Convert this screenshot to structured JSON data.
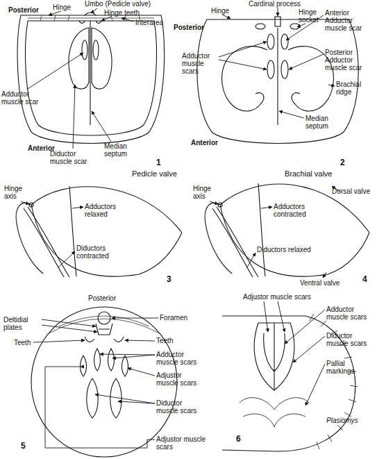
{
  "diagram": {
    "labels": [
      "Posterior",
      "Hinge",
      "Umbo (Pedicle valve)",
      "Hinge teeth",
      "Interarea",
      "Adductor muscle scar",
      "Anterior",
      "Diductor muscle scar",
      "Median septum",
      "1",
      "Pedicle valve",
      "Cardinal process",
      "Hinge",
      "Posterior",
      "Hinge socket",
      "Anterior Adductor muscle scar",
      "Adductor muscle scars",
      "Posterior Adductor muscle scar",
      "Brachial ridge",
      "Median septum",
      "Anterior",
      "2",
      "Brachial valve",
      "Hinge axis",
      "Adductors relaxed",
      "Diductors contracted",
      "3",
      "Hinge axis",
      "Dorsal valve",
      "Adductors contracted",
      "Diductors relaxed",
      "Ventral valve",
      "4",
      "Posterior",
      "Deltidial plates",
      "Foramen",
      "Teeth",
      "Teeth",
      "Adductor muscle scars",
      "Adjustor muscle scars",
      "Diductor muscle scars",
      "Adjustor muscle scars",
      "5",
      "Adjustor muscle scars",
      "Adductor muscle scars",
      "Diductor muscle scars",
      "Pallial markings",
      "Plasiomys",
      "6"
    ]
  }
}
